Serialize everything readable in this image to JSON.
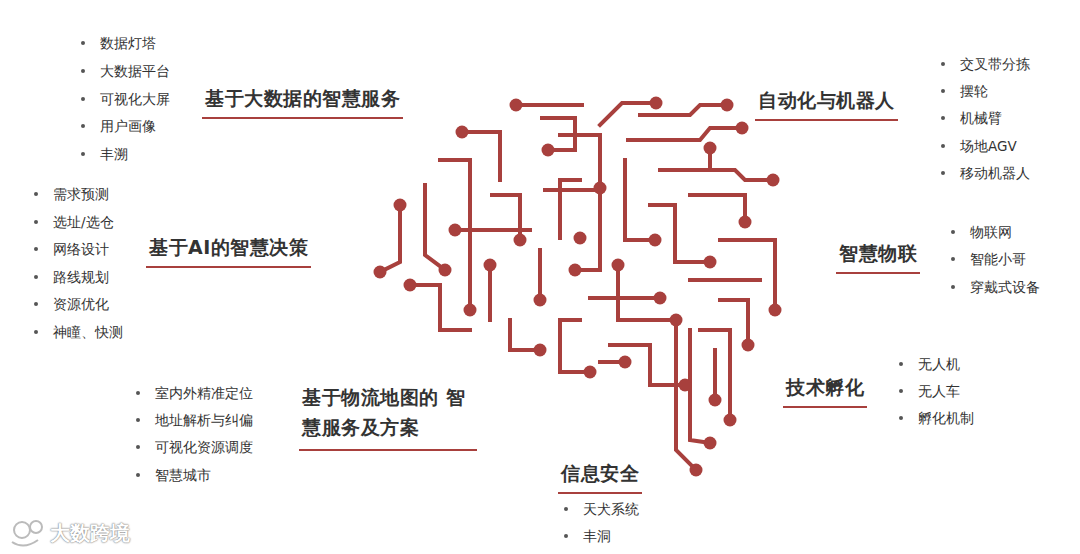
{
  "diagram": {
    "labels": [
      "基于大数据的智慧服务",
      "数据灯塔",
      "大数据平台",
      "可视化大屏",
      "用户画像",
      "丰溯",
      "基于AI的智慧决策",
      "需求预测",
      "选址/选仓",
      "网络设计",
      "路线规划",
      "资源优化",
      "神瞳、快测",
      "基于物流地图的 智慧服务及方案",
      "室内外精准定位",
      "地址解析与纠偏",
      "可视化资源调度",
      "智慧城市",
      "信息安全",
      "天犬系统",
      "丰洞",
      "自动化与机器人",
      "交叉带分拣",
      "摆轮",
      "机械臂",
      "场地AGV",
      "移动机器人",
      "智慧物联",
      "物联网",
      "智能小哥",
      "穿戴式设备",
      "技术孵化",
      "无人机",
      "无人车",
      "孵化机制",
      "大数跨境"
    ]
  }
}
